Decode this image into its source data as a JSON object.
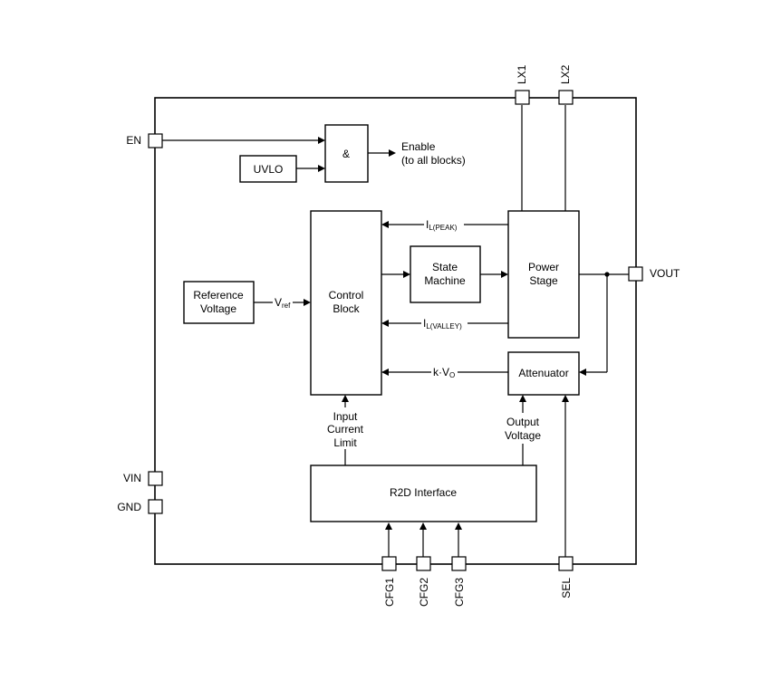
{
  "blocks": {
    "and_gate": "&",
    "uvlo": "UVLO",
    "enable": [
      "Enable",
      "(to all blocks)"
    ],
    "reference": [
      "Reference",
      "Voltage"
    ],
    "control": [
      "Control",
      "Block"
    ],
    "state_machine": [
      "State",
      "Machine"
    ],
    "power_stage": [
      "Power",
      "Stage"
    ],
    "attenuator": "Attenuator",
    "r2d": "R2D Interface"
  },
  "signals": {
    "vref": {
      "main": "V",
      "sub": "ref"
    },
    "il_peak": {
      "main": "I",
      "sub": "L(PEAK)"
    },
    "il_valley": {
      "main": "I",
      "sub": "L(VALLEY)"
    },
    "kvo": {
      "main": "k·V",
      "sub": "O"
    },
    "input_current_limit": [
      "Input",
      "Current",
      "Limit"
    ],
    "output_voltage": [
      "Output",
      "Voltage"
    ]
  },
  "pins": {
    "en": "EN",
    "vin": "VIN",
    "gnd": "GND",
    "vout": "VOUT",
    "lx1": "LX1",
    "lx2": "LX2",
    "cfg1": "CFG1",
    "cfg2": "CFG2",
    "cfg3": "CFG3",
    "sel": "SEL"
  }
}
